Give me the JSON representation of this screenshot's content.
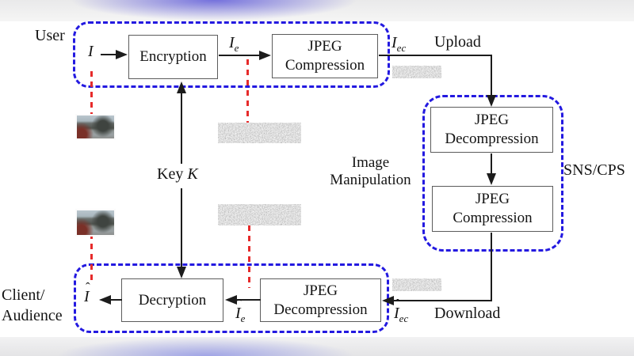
{
  "regions": {
    "user": {
      "label": "User"
    },
    "sns": {
      "label": "SNS/CPS"
    },
    "client": {
      "line1": "Client/",
      "line2": "Audience"
    }
  },
  "boxes": {
    "encryption": "Encryption",
    "jpeg_compression_user": "JPEG Compression",
    "jpeg_decompression_sns": "JPEG Decompression",
    "jpeg_compression_sns": "JPEG Compression",
    "jpeg_decompression_client": "JPEG Decompression",
    "decryption": "Decryption"
  },
  "symbols": {
    "i": {
      "base": "I"
    },
    "i_e": {
      "base": "I",
      "sub": "e"
    },
    "i_ec": {
      "base": "I",
      "sub": "ec"
    },
    "i_hat": {
      "base": "I",
      "hat": "ˆ"
    },
    "i_hat_e": {
      "base": "I",
      "sub": "e",
      "hat": "ˆ"
    },
    "i_hat_ec": {
      "base": "I",
      "sub": "ec",
      "hat": "ˆ"
    },
    "key": {
      "text": "Key",
      "var": "K"
    }
  },
  "annotations": {
    "upload": "Upload",
    "download": "Download",
    "image_manipulation": "Image Manipulation"
  },
  "colors": {
    "region_dash": "#2319e0",
    "marker_dash": "#e62b2b",
    "box_border": "#5c5c5c",
    "arrow": "#1c1c1c",
    "band_glow_top": "#6a66db",
    "band_glow_bottom": "#9499e6"
  }
}
